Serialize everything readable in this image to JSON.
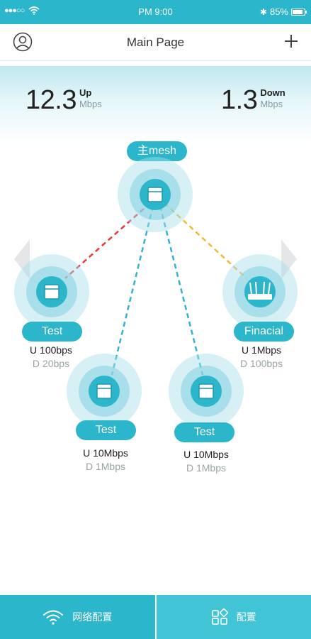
{
  "status_bar": {
    "signal": "●●●○○",
    "time": "PM  9:00",
    "bluetooth": "✱",
    "battery_percent": "85%",
    "battery_level": 0.85
  },
  "header": {
    "title": "Main Page"
  },
  "speed": {
    "up": {
      "value": "12.3",
      "label": "Up",
      "unit": "Mbps"
    },
    "down": {
      "value": "1.3",
      "label": "Down",
      "unit": "Mbps"
    }
  },
  "topology": {
    "main": {
      "label": "主mesh"
    },
    "nodes": [
      {
        "label": "Test",
        "up": "U 100bps",
        "down": "D 20bps",
        "link_color": "#e63b3b"
      },
      {
        "label": "Test",
        "up": "U 10Mbps",
        "down": "D 1Mbps",
        "link_color": "#36b2cf"
      },
      {
        "label": "Test",
        "up": "U 10Mbps",
        "down": "D 1Mbps",
        "link_color": "#36b2cf"
      },
      {
        "label": "Finacial",
        "up": "U 1Mbps",
        "down": "D 100bps",
        "link_color": "#f1b93a"
      }
    ]
  },
  "bottom_nav": {
    "tabs": [
      {
        "label": "网络配置",
        "icon": "wifi-icon"
      },
      {
        "label": "配置",
        "icon": "grid-icon"
      }
    ]
  },
  "colors": {
    "accent": "#2bb6cc",
    "accent_light": "#42c4d7"
  }
}
